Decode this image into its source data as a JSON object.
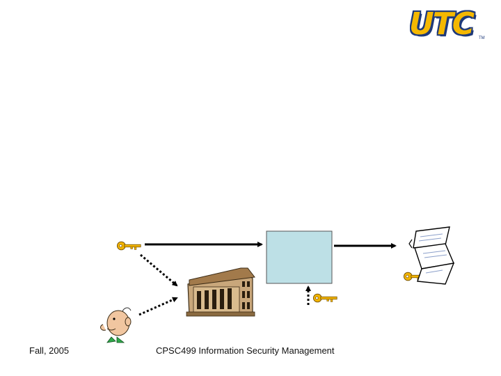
{
  "footer": {
    "date": "Fall, 2005",
    "course": "CPSC499 Information Security Management"
  },
  "logo": {
    "text": "UTC",
    "trademark": "TM",
    "colors": {
      "fill": "#f5b800",
      "outline": "#1f3a7a"
    }
  },
  "icons": {
    "key": "key-icon",
    "bank": "bank-building-icon",
    "person": "person-cartoon-icon",
    "document": "document-stack-icon"
  },
  "colors": {
    "box_fill": "#bde0e6",
    "box_border": "#555555",
    "key_fill": "#f2b400",
    "arrow": "#000000"
  }
}
